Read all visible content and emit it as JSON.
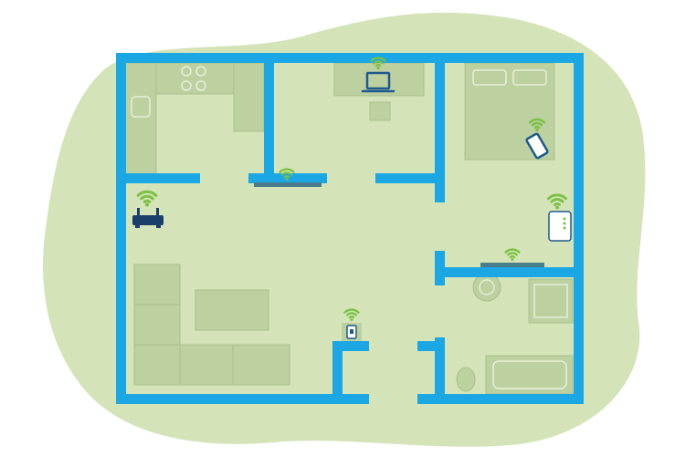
{
  "title": "",
  "colors": {
    "background": "#ffffff",
    "blob": "#d4e4b8",
    "walls": "#1ba7e4",
    "furniture": "#bdd0a0",
    "furniture_line": "#a9c08c",
    "wifi": "#7ac143",
    "device": "#1e5a8e",
    "device_dark": "#1b3f6b",
    "bar": "#4a7e8c"
  },
  "rooms": [
    "kitchen",
    "office",
    "bedroom",
    "living-room",
    "hallway",
    "bathroom"
  ],
  "devices": [
    {
      "name": "router",
      "icon": "router-icon"
    },
    {
      "name": "laptop",
      "icon": "laptop-icon"
    },
    {
      "name": "smartphone",
      "icon": "smartphone-icon"
    },
    {
      "name": "powerline-adapter",
      "icon": "powerline-adapter-icon"
    },
    {
      "name": "wall-switch",
      "icon": "wall-switch-icon"
    },
    {
      "name": "mesh-bar-center",
      "icon": "wifi-bar-icon"
    },
    {
      "name": "mesh-bar-bathroom",
      "icon": "wifi-bar-icon"
    }
  ]
}
